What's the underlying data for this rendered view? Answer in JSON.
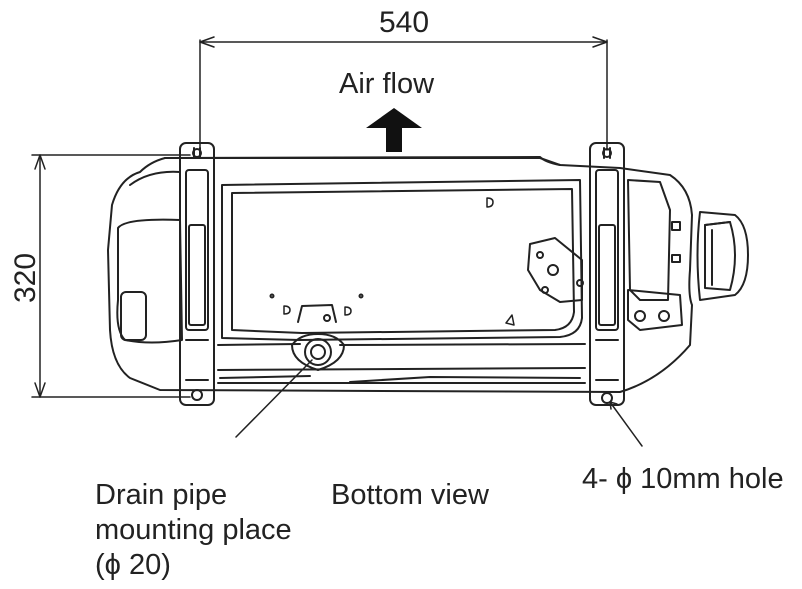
{
  "dimensions": {
    "width": "540",
    "height": "320"
  },
  "labels": {
    "air_flow": "Air flow",
    "drain_line1": "Drain pipe",
    "drain_line2": "mounting place",
    "drain_line3": "(ϕ 20)",
    "view": "Bottom view",
    "hole": "4- ϕ 10mm hole"
  },
  "colors": {
    "line": "#222222",
    "arrow_fill": "#111111"
  }
}
